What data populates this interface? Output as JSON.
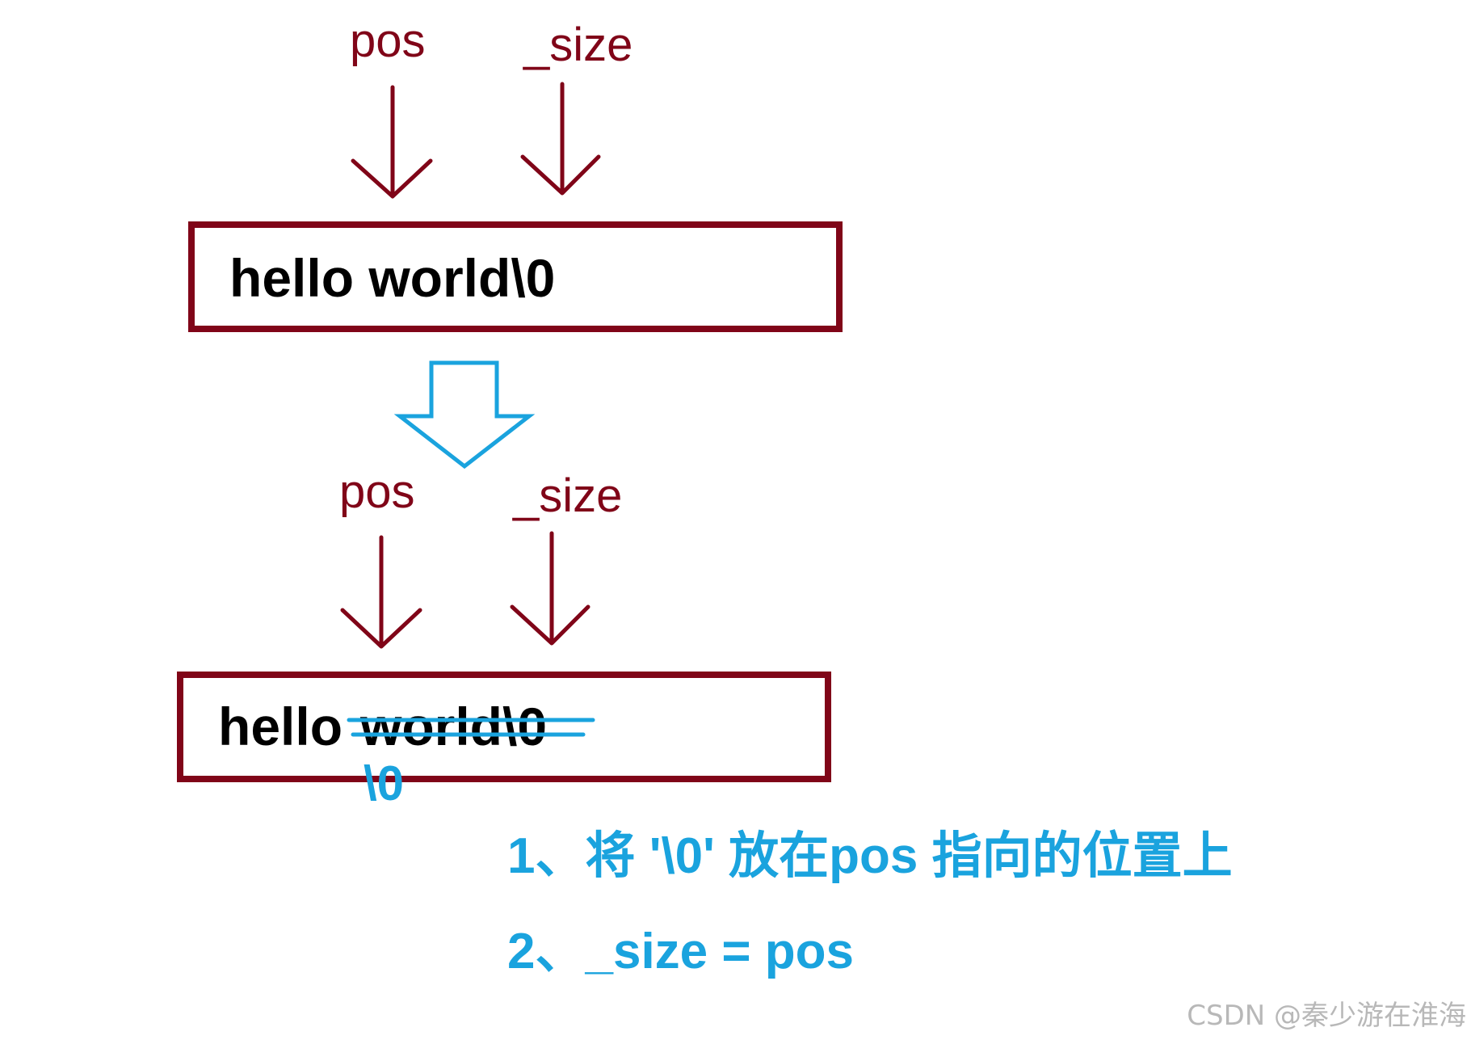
{
  "colors": {
    "dark_red": "#800518",
    "blue": "#1aa3de",
    "text": "#000000",
    "watermark": "#b8b8b8"
  },
  "top": {
    "pos_label": "pos",
    "size_label": "_size",
    "box_text": "hello world\\0"
  },
  "bottom": {
    "pos_label": "pos",
    "size_label": "_size",
    "kept_text": "hello",
    "struck_text": "world\\0",
    "inserted_null": "\\0"
  },
  "steps": [
    "1、将 '\\0' 放在pos 指向的位置上",
    "2、_size = pos"
  ],
  "watermark": "CSDN @秦少游在淮海"
}
